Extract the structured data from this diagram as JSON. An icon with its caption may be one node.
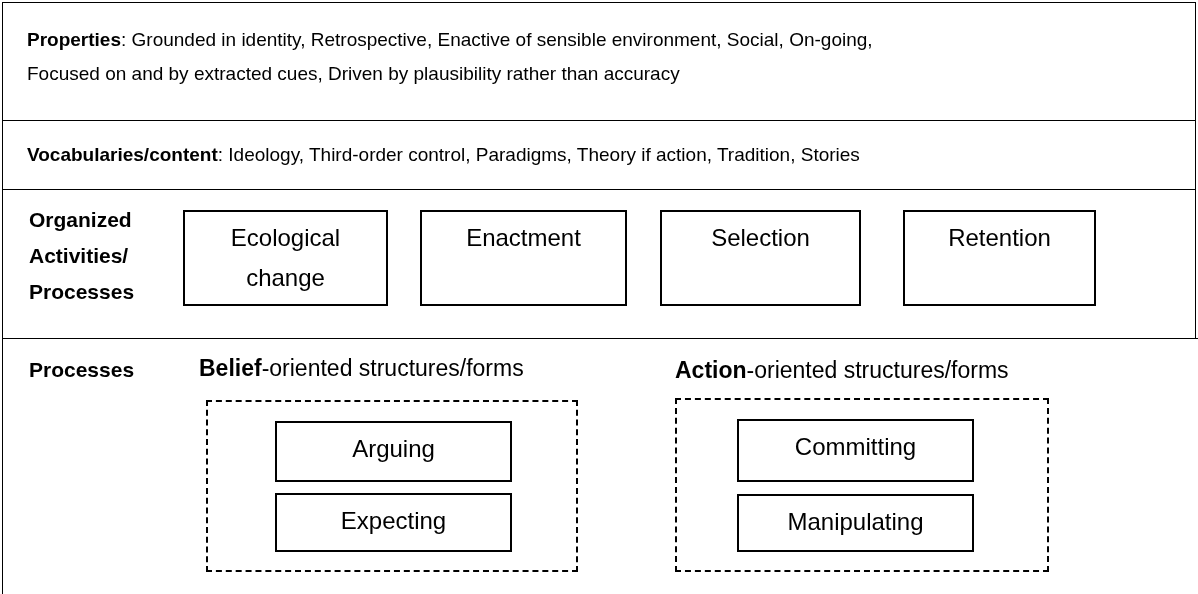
{
  "diagram": {
    "nodes": [
      {
        "text": [
          "**Properties**: Grounded in identity, Retrospective, Enactive of sensible environment, Social, On-going, Focused on and by extracted cues, Driven by plausibility rather than accuracy"
        ]
      },
      {
        "text": [
          "**Vocabularies/content**: Ideology, Third-order control, Paradigms, Theory if action, Tradition, Stories"
        ]
      },
      {
        "text": [
          "Organized Activities/ Processes"
        ]
      },
      {
        "text": [
          "Ecological change"
        ],
        "in": 2
      },
      {
        "text": [
          "Enactment"
        ],
        "in": 2
      },
      {
        "text": [
          "Selection"
        ],
        "in": 2
      },
      {
        "text": [
          "Retention"
        ],
        "in": 2
      },
      {
        "text": [
          "Processes"
        ]
      },
      {
        "text": [
          "**Belief**-oriented structures/forms"
        ],
        "in": 7
      },
      {
        "text": [
          "Arguing"
        ],
        "in": 8
      },
      {
        "text": [
          "Expecting"
        ],
        "in": 8
      },
      {
        "text": [
          "**Action**-oriented structures/forms"
        ],
        "in": 7
      },
      {
        "text": [
          "Committing"
        ],
        "in": 11
      },
      {
        "text": [
          "Manipulating"
        ],
        "in": 11
      }
    ]
  }
}
